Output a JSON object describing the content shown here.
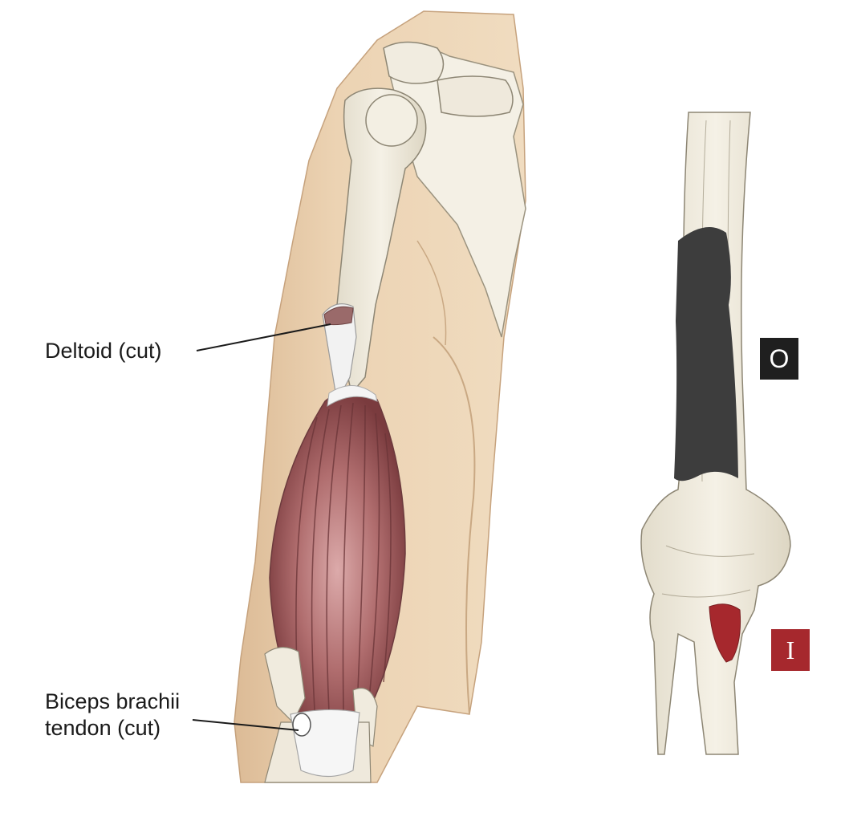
{
  "labels": {
    "deltoid": "Deltoid (cut)",
    "biceps_line1": "Biceps brachii",
    "biceps_line2": "tendon (cut)"
  },
  "badges": {
    "origin": "O",
    "insertion": "I"
  },
  "colors": {
    "skin": "#e9cfae",
    "skin_shadow": "#d8b893",
    "bone": "#efe9dc",
    "bone_outline": "#8d8674",
    "muscle": "#8e4a4c",
    "muscle_light": "#d9a6a6",
    "tendon": "#f4f4f4",
    "origin_area": "#3d3d3d",
    "insertion_area": "#a6282d"
  }
}
